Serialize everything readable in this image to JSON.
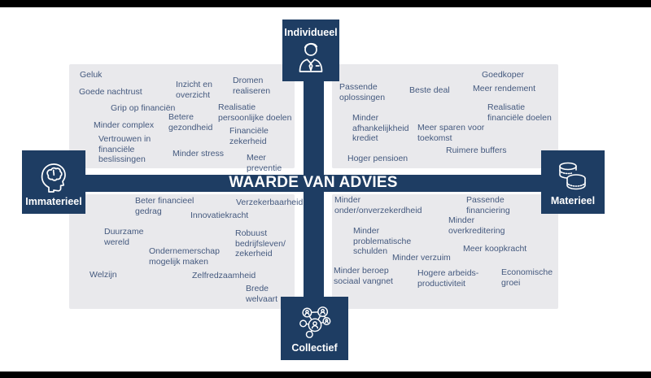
{
  "title": "WAARDE VAN ADVIES",
  "colors": {
    "navy": "#1e3d63",
    "panel_gray": "#e9e9ec",
    "text_blue": "#44597e",
    "band_black": "#000000",
    "white": "#ffffff"
  },
  "axes": {
    "top": {
      "label": "Individueel",
      "icon": "person-icon"
    },
    "left": {
      "label": "Immaterieel",
      "icon": "brain-head-icon"
    },
    "right": {
      "label": "Materieel",
      "icon": "coins-icon"
    },
    "bottom": {
      "label": "Collectief",
      "icon": "people-network-icon"
    }
  },
  "quadrants": {
    "top_left": {
      "items": [
        "Geluk",
        "Goede nachtrust",
        "Inzicht en\noverzicht",
        "Dromen\nrealiseren",
        "Grip op financiën",
        "Minder complex",
        "Betere\ngezondheid",
        "Realisatie\npersoonlijke doelen",
        "Financiële zekerheid",
        "Vertrouwen in\nfinanciële\nbeslissingen",
        "Minder stress",
        "Meer preventie"
      ]
    },
    "top_right": {
      "items": [
        "Goedkoper",
        "Passende\noplossingen",
        "Beste deal",
        "Meer rendement",
        "Realisatie\nfinanciële doelen",
        "Minder\nafhankelijkheid\nkrediet",
        "Meer sparen voor\ntoekomst",
        "Ruimere buffers",
        "Hoger pensioen"
      ]
    },
    "bottom_left": {
      "items": [
        "Beter financieel\ngedrag",
        "Verzekerbaarheid",
        "Innovatiekracht",
        "Duurzame\nwereld",
        "Robuust\nbedrijfsleven/\nzekerheid",
        "Ondernemerschap\nmogelijk maken",
        "Welzijn",
        "Zelfredzaamheid",
        "Brede welvaart"
      ]
    },
    "bottom_right": {
      "items": [
        "Minder\nonder/onverzekerdheid",
        "Passende\nfinanciering",
        "Minder\noverkreditering",
        "Minder\nproblematische\nschulden",
        "Meer koopkracht",
        "Minder verzuim",
        "Minder beroep\nsociaal vangnet",
        "Hogere arbeids-\nproductiviteit",
        "Economische\ngroei"
      ]
    }
  }
}
